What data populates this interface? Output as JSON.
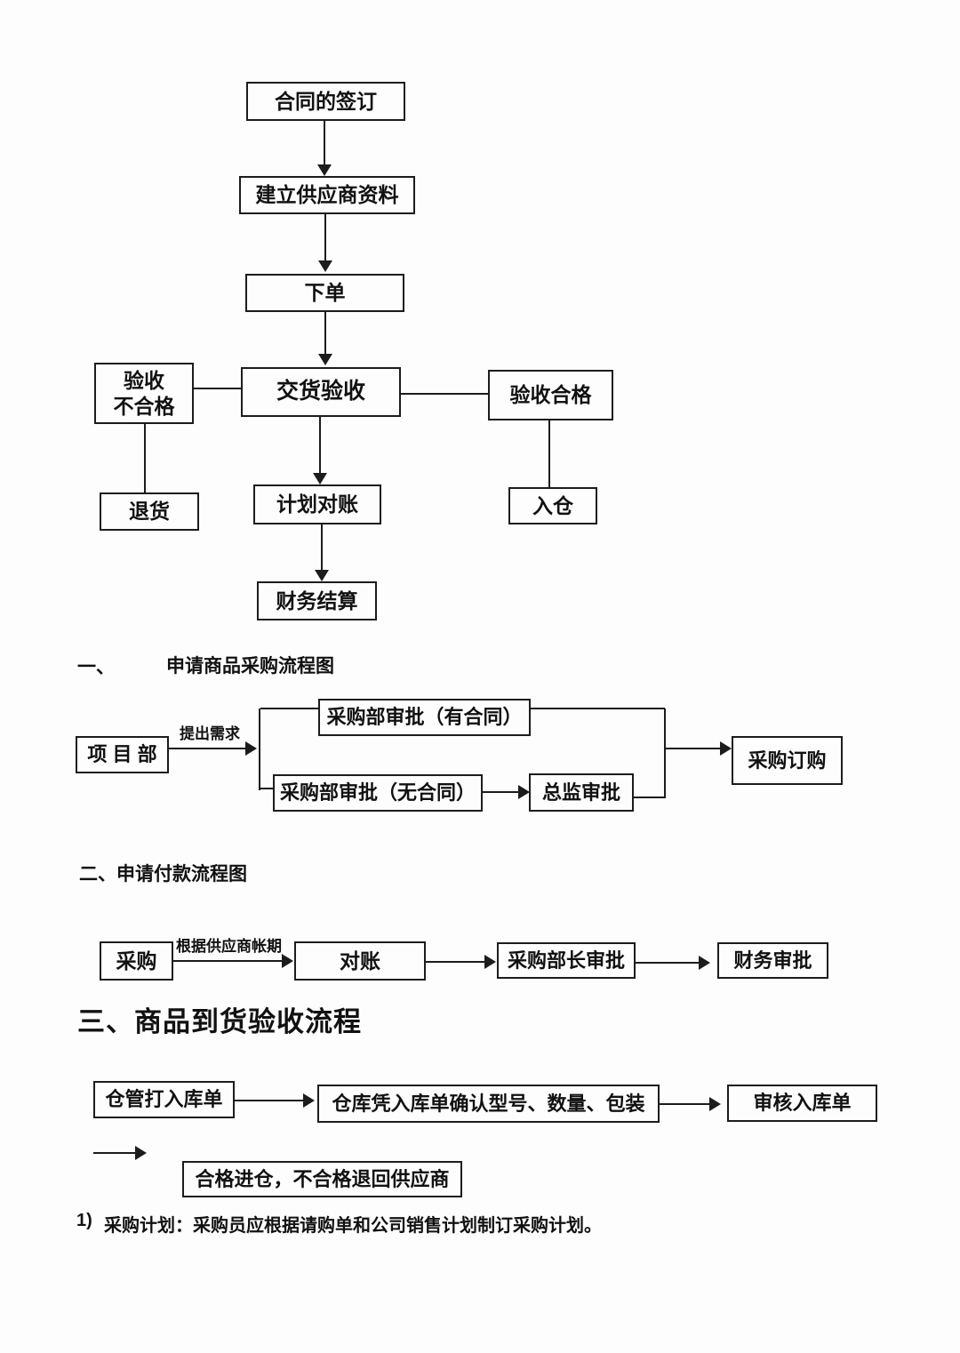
{
  "flow_top": {
    "nodes": {
      "contract": "合同的签订",
      "supplier": "建立供应商资料",
      "order": "下单",
      "delivery": "交货验收",
      "fail": "验收\n不合格",
      "pass": "验收合格",
      "return_goods": "退货",
      "plan_reconcile": "计划对账",
      "into_warehouse": "入仓",
      "finance_settle": "财务结算"
    }
  },
  "section1": {
    "num": "一、",
    "title": "申请商品采购流程图",
    "nodes": {
      "project_dept": "项 目 部",
      "demand_label": "提出需求",
      "approve_with_contract": "采购部审批（有合同）",
      "approve_without_contract": "采购部审批（无合同）",
      "director_approve": "总监审批",
      "purchase_order": "采购订购"
    }
  },
  "section2": {
    "title": "二、申请付款流程图",
    "nodes": {
      "purchase": "采购",
      "term_label": "根据供应商帐期",
      "reconcile": "对账",
      "manager_approve": "采购部长审批",
      "finance_approve": "财务审批"
    }
  },
  "section3": {
    "title": "三、商品到货验收流程",
    "nodes": {
      "entry_slip": "仓管打入库单",
      "confirm": "仓库凭入库单确认型号、数量、包装",
      "audit_slip": "审核入库单",
      "result": "合格进仓，不合格退回供应商"
    }
  },
  "footnote": {
    "num": "1)",
    "text": "采购计划：采购员应根据请购单和公司销售计划制订采购计划。"
  }
}
